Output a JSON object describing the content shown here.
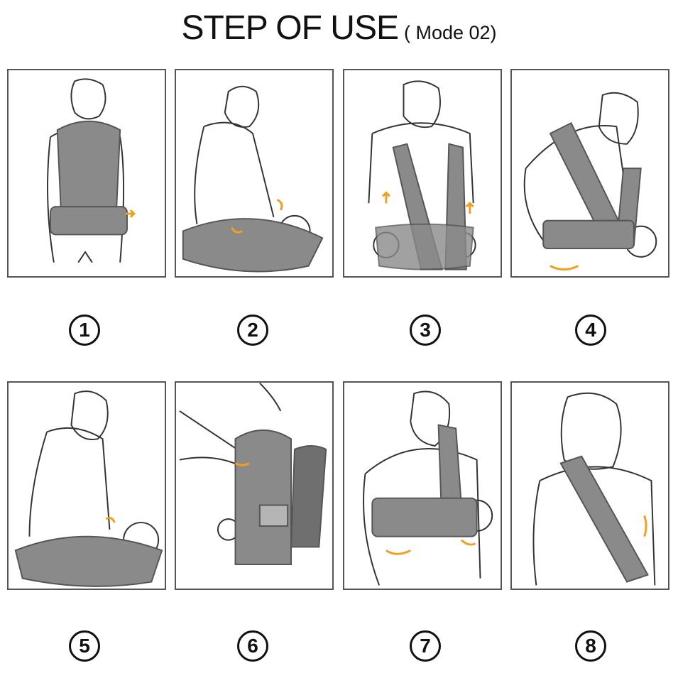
{
  "title": {
    "main": "STEP OF USE",
    "mode": "( Mode 02)"
  },
  "steps": [
    {
      "number": "1"
    },
    {
      "number": "2"
    },
    {
      "number": "3"
    },
    {
      "number": "4"
    },
    {
      "number": "5"
    },
    {
      "number": "6"
    },
    {
      "number": "7"
    },
    {
      "number": "8"
    }
  ],
  "colors": {
    "carrier": "#8a8a8a",
    "carrier_dark": "#6f6f6f",
    "accent_arrow": "#f0a020",
    "line": "#333333"
  }
}
